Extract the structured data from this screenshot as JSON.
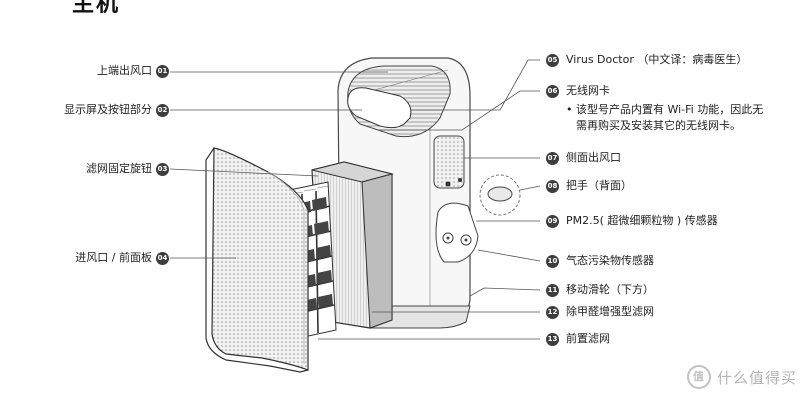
{
  "page": {
    "title": "主机"
  },
  "callouts_left": [
    {
      "num": "01",
      "label": "上端出风口"
    },
    {
      "num": "02",
      "label": "显示屏及按钮部分"
    },
    {
      "num": "03",
      "label": "滤网固定旋钮"
    },
    {
      "num": "04",
      "label": "进风口 / 前面板"
    }
  ],
  "callouts_right": [
    {
      "num": "05",
      "label": "Virus Doctor  （中文译：病毒医生）"
    },
    {
      "num": "06",
      "label": "无线网卡"
    },
    {
      "num": "07",
      "label": "侧面出风口"
    },
    {
      "num": "08",
      "label": "把手（背面）"
    },
    {
      "num": "09",
      "label": "PM2.5( 超微细颗粒物 ) 传感器"
    },
    {
      "num": "10",
      "label": "气态污染物传感器"
    },
    {
      "num": "11",
      "label": "移动滑轮（下方）"
    },
    {
      "num": "12",
      "label": "除甲醛增强型滤网"
    },
    {
      "num": "13",
      "label": "前置滤网"
    }
  ],
  "wifi_note": {
    "line1": "• 该型号产品内置有 Wi-Fi 功能，因此无",
    "line2": "需再购买及安装其它的无线网卡。"
  },
  "watermark": {
    "logo": "值",
    "text": "什么值得买"
  }
}
